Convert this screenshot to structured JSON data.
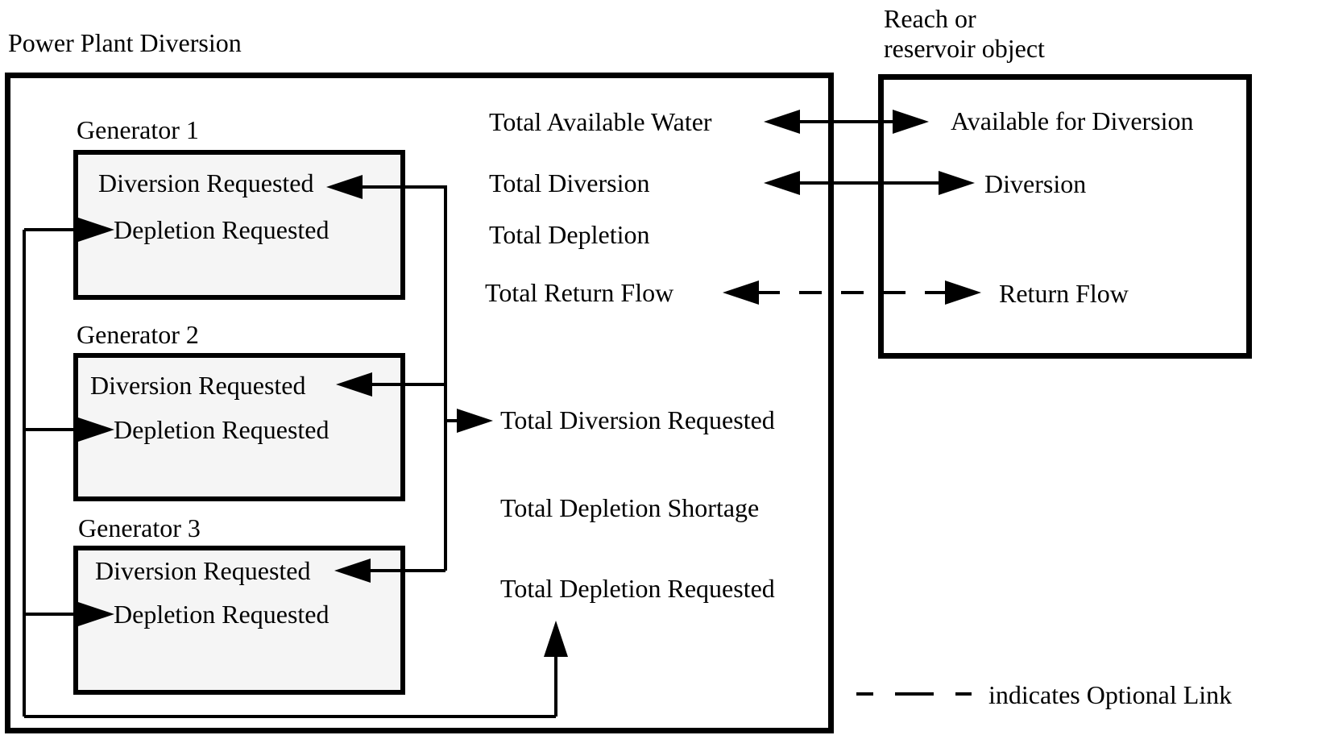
{
  "diagram": {
    "title": "Power Plant Diversion",
    "reach_box_label": {
      "line1": "Reach or",
      "line2": "reservoir object"
    },
    "generators": [
      {
        "label": "Generator 1",
        "diversion": "Diversion Requested",
        "depletion": "Depletion Requested"
      },
      {
        "label": "Generator 2",
        "diversion": "Diversion Requested",
        "depletion": "Depletion Requested"
      },
      {
        "label": "Generator 3",
        "diversion": "Diversion Requested",
        "depletion": "Depletion Requested"
      }
    ],
    "plant_labels": {
      "total_available_water": "Total Available Water",
      "total_diversion": "Total Diversion",
      "total_depletion": "Total Depletion",
      "total_return_flow": "Total Return Flow",
      "total_diversion_requested": "Total Diversion Requested",
      "total_depletion_shortage": "Total Depletion Shortage",
      "total_depletion_requested": "Total Depletion Requested"
    },
    "reach_labels": {
      "available_for_diversion": "Available for Diversion",
      "diversion": "Diversion",
      "return_flow": "Return Flow"
    },
    "legend": {
      "optional_link": "indicates Optional Link"
    },
    "colors": {
      "line": "#000000",
      "generator_fill": "#f5f5f5",
      "background": "#ffffff"
    }
  }
}
